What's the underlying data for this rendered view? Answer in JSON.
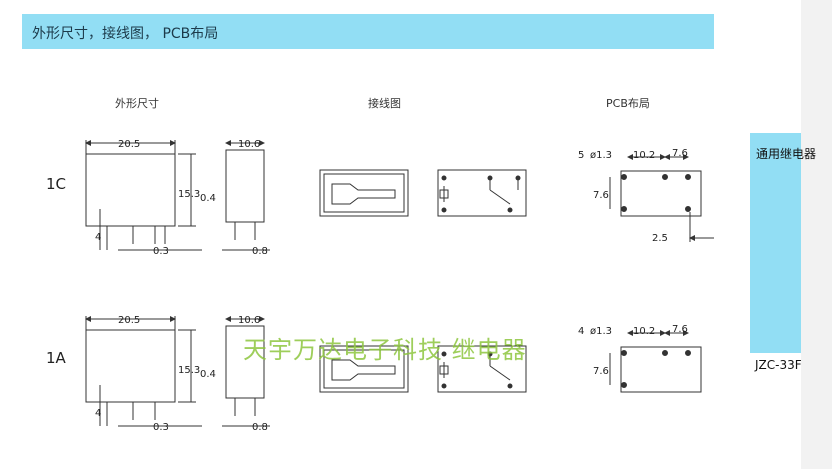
{
  "header": {
    "title": "外形尺寸，接线图， PCB布局"
  },
  "columns": {
    "outline": "外形尺寸",
    "wiring": "接线图",
    "pcb": "PCB布局"
  },
  "rows": [
    {
      "label": "1C",
      "outline": {
        "width": "20.5",
        "height": "15.3",
        "side": "0.4",
        "pin_len": "4",
        "pitch": "0.3",
        "depth": "10.6",
        "pin": "0.8"
      },
      "pcb": {
        "holes": "5",
        "hole_dia": "ø1.3",
        "d1": "10.2",
        "d2": "7.6",
        "d3": "7.6",
        "d4": "2.5"
      }
    },
    {
      "label": "1A",
      "outline": {
        "width": "20.5",
        "height": "15.3",
        "side": "0.4",
        "pin_len": "4",
        "pitch": "0.3",
        "depth": "10.6",
        "pin": "0.8"
      },
      "pcb": {
        "holes": "4",
        "hole_dia": "ø1.3",
        "d1": "10.2",
        "d2": "7.6",
        "d3": "7.6"
      }
    }
  ],
  "sidebar": {
    "title": "通用继电器",
    "model": "JZC-33F"
  },
  "watermark": "天宇万达电子科技 继电器"
}
